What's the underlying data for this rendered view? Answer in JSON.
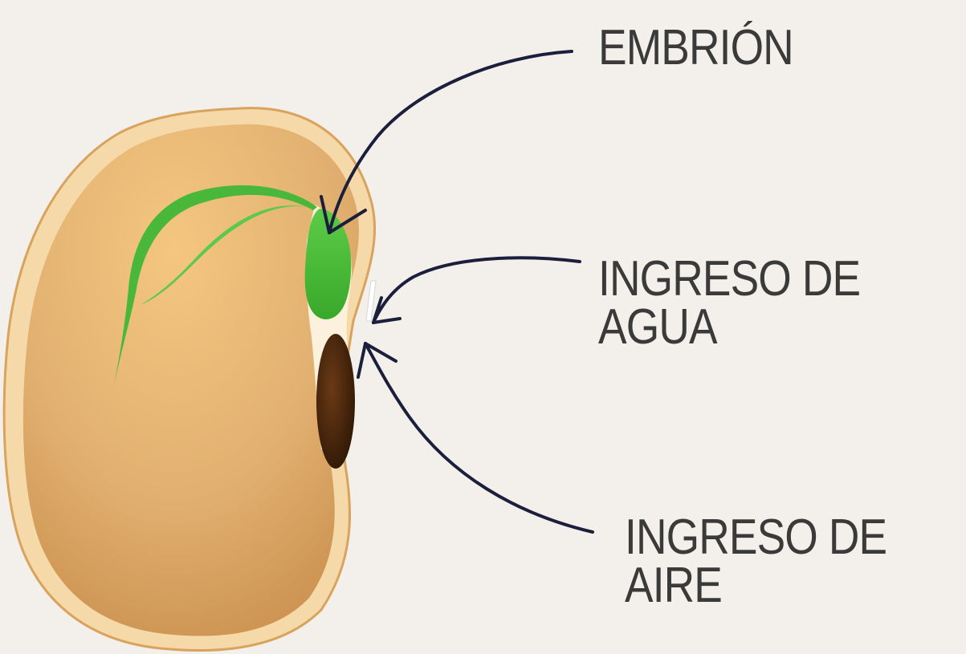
{
  "labels": {
    "embryo": "EMBRIÓN",
    "water_line1": "INGRESO DE",
    "water_line2": "AGUA",
    "air_line1": "INGRESO DE",
    "air_line2": "AIRE"
  },
  "colors": {
    "background": "#f3f0eb",
    "seed_fill": "#e2b171",
    "seed_rim": "#f6d9a8",
    "embryo": "#4dbb3c",
    "hilum": "#4a2810",
    "arrow": "#1b1f3b",
    "text": "#3a3a3a"
  }
}
